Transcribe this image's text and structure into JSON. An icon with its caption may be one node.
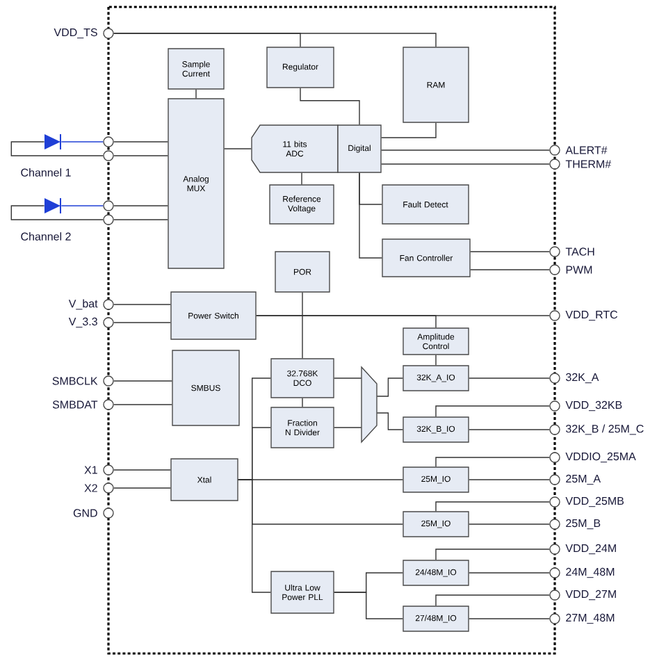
{
  "diagram": {
    "nodes": [
      {
        "text": [],
        "shape": "circle",
        "beside": [
          "VDD_TS"
        ]
      },
      {
        "text": [],
        "shape": "circle"
      },
      {
        "text": [],
        "shape": "circle"
      },
      {
        "text": [],
        "shape": "circle"
      },
      {
        "text": [],
        "shape": "circle"
      },
      {
        "text": [],
        "shape": "circle",
        "beside": [
          "V_bat"
        ]
      },
      {
        "text": [],
        "shape": "circle",
        "beside": [
          "V_3.3"
        ]
      },
      {
        "text": [],
        "shape": "circle",
        "beside": [
          "SMBCLK"
        ]
      },
      {
        "text": [],
        "shape": "circle",
        "beside": [
          "SMBDAT"
        ]
      },
      {
        "text": [],
        "shape": "circle",
        "beside": [
          "X1"
        ]
      },
      {
        "text": [],
        "shape": "circle",
        "beside": [
          "X2"
        ]
      },
      {
        "text": [],
        "shape": "circle",
        "beside": [
          "GND"
        ]
      },
      {
        "text": [
          "Sample Current"
        ]
      },
      {
        "text": [
          "Regulator"
        ]
      },
      {
        "text": [
          "RAM"
        ]
      },
      {
        "text": [
          "Analog MUX"
        ]
      },
      {
        "text": [
          "11 bits ADC"
        ]
      },
      {
        "text": [
          "Digital"
        ]
      },
      {
        "text": [
          "Reference Voltage"
        ]
      },
      {
        "text": [
          "Fault Detect"
        ]
      },
      {
        "text": [
          "Fan Controller"
        ]
      },
      {
        "text": [
          "POR"
        ]
      },
      {
        "text": [
          "Power Switch"
        ]
      },
      {
        "text": [
          "Amplitude Control"
        ]
      },
      {
        "text": [
          "SMBUS"
        ]
      },
      {
        "text": [
          "32.768K DCO"
        ]
      },
      {
        "text": [],
        "shape": "trapezoid"
      },
      {
        "text": [
          "32K_A_IO"
        ]
      },
      {
        "text": [
          "Fraction N Divider"
        ]
      },
      {
        "text": [
          "32K_B_IO"
        ]
      },
      {
        "text": [
          "Xtal"
        ]
      },
      {
        "text": [
          "25M_IO"
        ]
      },
      {
        "text": [
          "25M_IO"
        ]
      },
      {
        "text": [
          "Ultra Low Power PLL"
        ]
      },
      {
        "text": [
          "24/48M_IO"
        ]
      },
      {
        "text": [
          "27/48M_IO"
        ]
      },
      {
        "text": [],
        "shape": "circle",
        "beside": [
          "ALERT#"
        ]
      },
      {
        "text": [],
        "shape": "circle",
        "beside": [
          "THERM#"
        ]
      },
      {
        "text": [],
        "shape": "circle",
        "beside": [
          "TACH"
        ]
      },
      {
        "text": [],
        "shape": "circle",
        "beside": [
          "PWM"
        ]
      },
      {
        "text": [],
        "shape": "circle",
        "beside": [
          "VDD_RTC"
        ]
      },
      {
        "text": [],
        "shape": "circle",
        "beside": [
          "32K_A"
        ]
      },
      {
        "text": [],
        "shape": "circle",
        "beside": [
          "VDD_32KB"
        ]
      },
      {
        "text": [],
        "shape": "circle",
        "beside": [
          "32K_B / 25M_C"
        ]
      },
      {
        "text": [],
        "shape": "circle",
        "beside": [
          "VDDIO_25MA"
        ]
      },
      {
        "text": [],
        "shape": "circle",
        "beside": [
          "25M_A"
        ]
      },
      {
        "text": [],
        "shape": "circle",
        "beside": [
          "VDD_25MB"
        ]
      },
      {
        "text": [],
        "shape": "circle",
        "beside": [
          "25M_B"
        ]
      },
      {
        "text": [],
        "shape": "circle",
        "beside": [
          "VDD_24M"
        ]
      },
      {
        "text": [],
        "shape": "circle",
        "beside": [
          "24M_48M"
        ]
      },
      {
        "text": [],
        "shape": "circle",
        "beside": [
          "VDD_27M"
        ]
      },
      {
        "text": [],
        "shape": "circle",
        "beside": [
          "27M_48M"
        ]
      },
      {
        "text": [],
        "shape": "diode"
      },
      {
        "text": [],
        "shape": "diode"
      }
    ],
    "edges": [
      {
        "from": 0,
        "to": 13,
        "arrow": "none"
      },
      {
        "from": 0,
        "to": 14,
        "arrow": "none"
      },
      {
        "from": 12,
        "to": 15,
        "arrow": "none"
      },
      {
        "from": 1,
        "to": 15,
        "arrow": "none"
      },
      {
        "from": 2,
        "to": 15,
        "arrow": "none"
      },
      {
        "from": 3,
        "to": 15,
        "arrow": "none"
      },
      {
        "from": 4,
        "to": 15,
        "arrow": "none"
      },
      {
        "from": 15,
        "to": 16,
        "arrow": "none"
      },
      {
        "from": 16,
        "to": 18,
        "arrow": "none"
      },
      {
        "from": 13,
        "to": 17,
        "arrow": "none"
      },
      {
        "from": 14,
        "to": 17,
        "arrow": "none"
      },
      {
        "from": 17,
        "to": 36,
        "arrow": "none"
      },
      {
        "from": 17,
        "to": 37,
        "arrow": "none"
      },
      {
        "from": 17,
        "to": 19,
        "arrow": "none"
      },
      {
        "from": 17,
        "to": 20,
        "arrow": "none"
      },
      {
        "from": 20,
        "to": 38,
        "arrow": "none"
      },
      {
        "from": 20,
        "to": 39,
        "arrow": "none"
      },
      {
        "from": 5,
        "to": 22,
        "arrow": "none"
      },
      {
        "from": 6,
        "to": 22,
        "arrow": "none"
      },
      {
        "from": 22,
        "to": 40,
        "arrow": "none"
      },
      {
        "from": 22,
        "to": 23,
        "arrow": "none"
      },
      {
        "from": 21,
        "to": 25,
        "arrow": "none"
      },
      {
        "from": 23,
        "to": 27,
        "arrow": "none"
      },
      {
        "from": 7,
        "to": 24,
        "arrow": "none"
      },
      {
        "from": 8,
        "to": 24,
        "arrow": "none"
      },
      {
        "from": 25,
        "to": 28,
        "arrow": "none"
      },
      {
        "from": 25,
        "to": 26,
        "arrow": "none"
      },
      {
        "from": 28,
        "to": 26,
        "arrow": "none"
      },
      {
        "from": 26,
        "to": 27,
        "arrow": "none"
      },
      {
        "from": 26,
        "to": 29,
        "arrow": "none"
      },
      {
        "from": 27,
        "to": 41,
        "arrow": "none"
      },
      {
        "from": 42,
        "to": 29,
        "arrow": "none"
      },
      {
        "from": 29,
        "to": 43,
        "arrow": "none"
      },
      {
        "from": 9,
        "to": 30,
        "arrow": "none"
      },
      {
        "from": 10,
        "to": 30,
        "arrow": "none"
      },
      {
        "from": 30,
        "to": 31,
        "arrow": "none"
      },
      {
        "from": 30,
        "to": 25,
        "arrow": "none"
      },
      {
        "from": 30,
        "to": 28,
        "arrow": "none"
      },
      {
        "from": 30,
        "to": 32,
        "arrow": "none"
      },
      {
        "from": 30,
        "to": 33,
        "arrow": "none"
      },
      {
        "from": 44,
        "to": 31,
        "arrow": "none"
      },
      {
        "from": 31,
        "to": 45,
        "arrow": "none"
      },
      {
        "from": 46,
        "to": 32,
        "arrow": "none"
      },
      {
        "from": 32,
        "to": 47,
        "arrow": "none"
      },
      {
        "from": 48,
        "to": 34,
        "arrow": "none"
      },
      {
        "from": 34,
        "to": 49,
        "arrow": "none"
      },
      {
        "from": 50,
        "to": 35,
        "arrow": "none"
      },
      {
        "from": 35,
        "to": 51,
        "arrow": "none"
      },
      {
        "from": 33,
        "to": 34,
        "arrow": "none"
      },
      {
        "from": 33,
        "to": 35,
        "arrow": "none"
      },
      {
        "from": 2,
        "to": 52,
        "arrow": "none"
      },
      {
        "from": 52,
        "to": 1,
        "arrow": "none",
        "color": "#1f3fd6"
      },
      {
        "from": 4,
        "to": 53,
        "arrow": "none"
      },
      {
        "from": 53,
        "to": 3,
        "arrow": "none",
        "color": "#1f3fd6"
      }
    ],
    "labels": [
      "Channel 1",
      "Channel 2"
    ]
  }
}
